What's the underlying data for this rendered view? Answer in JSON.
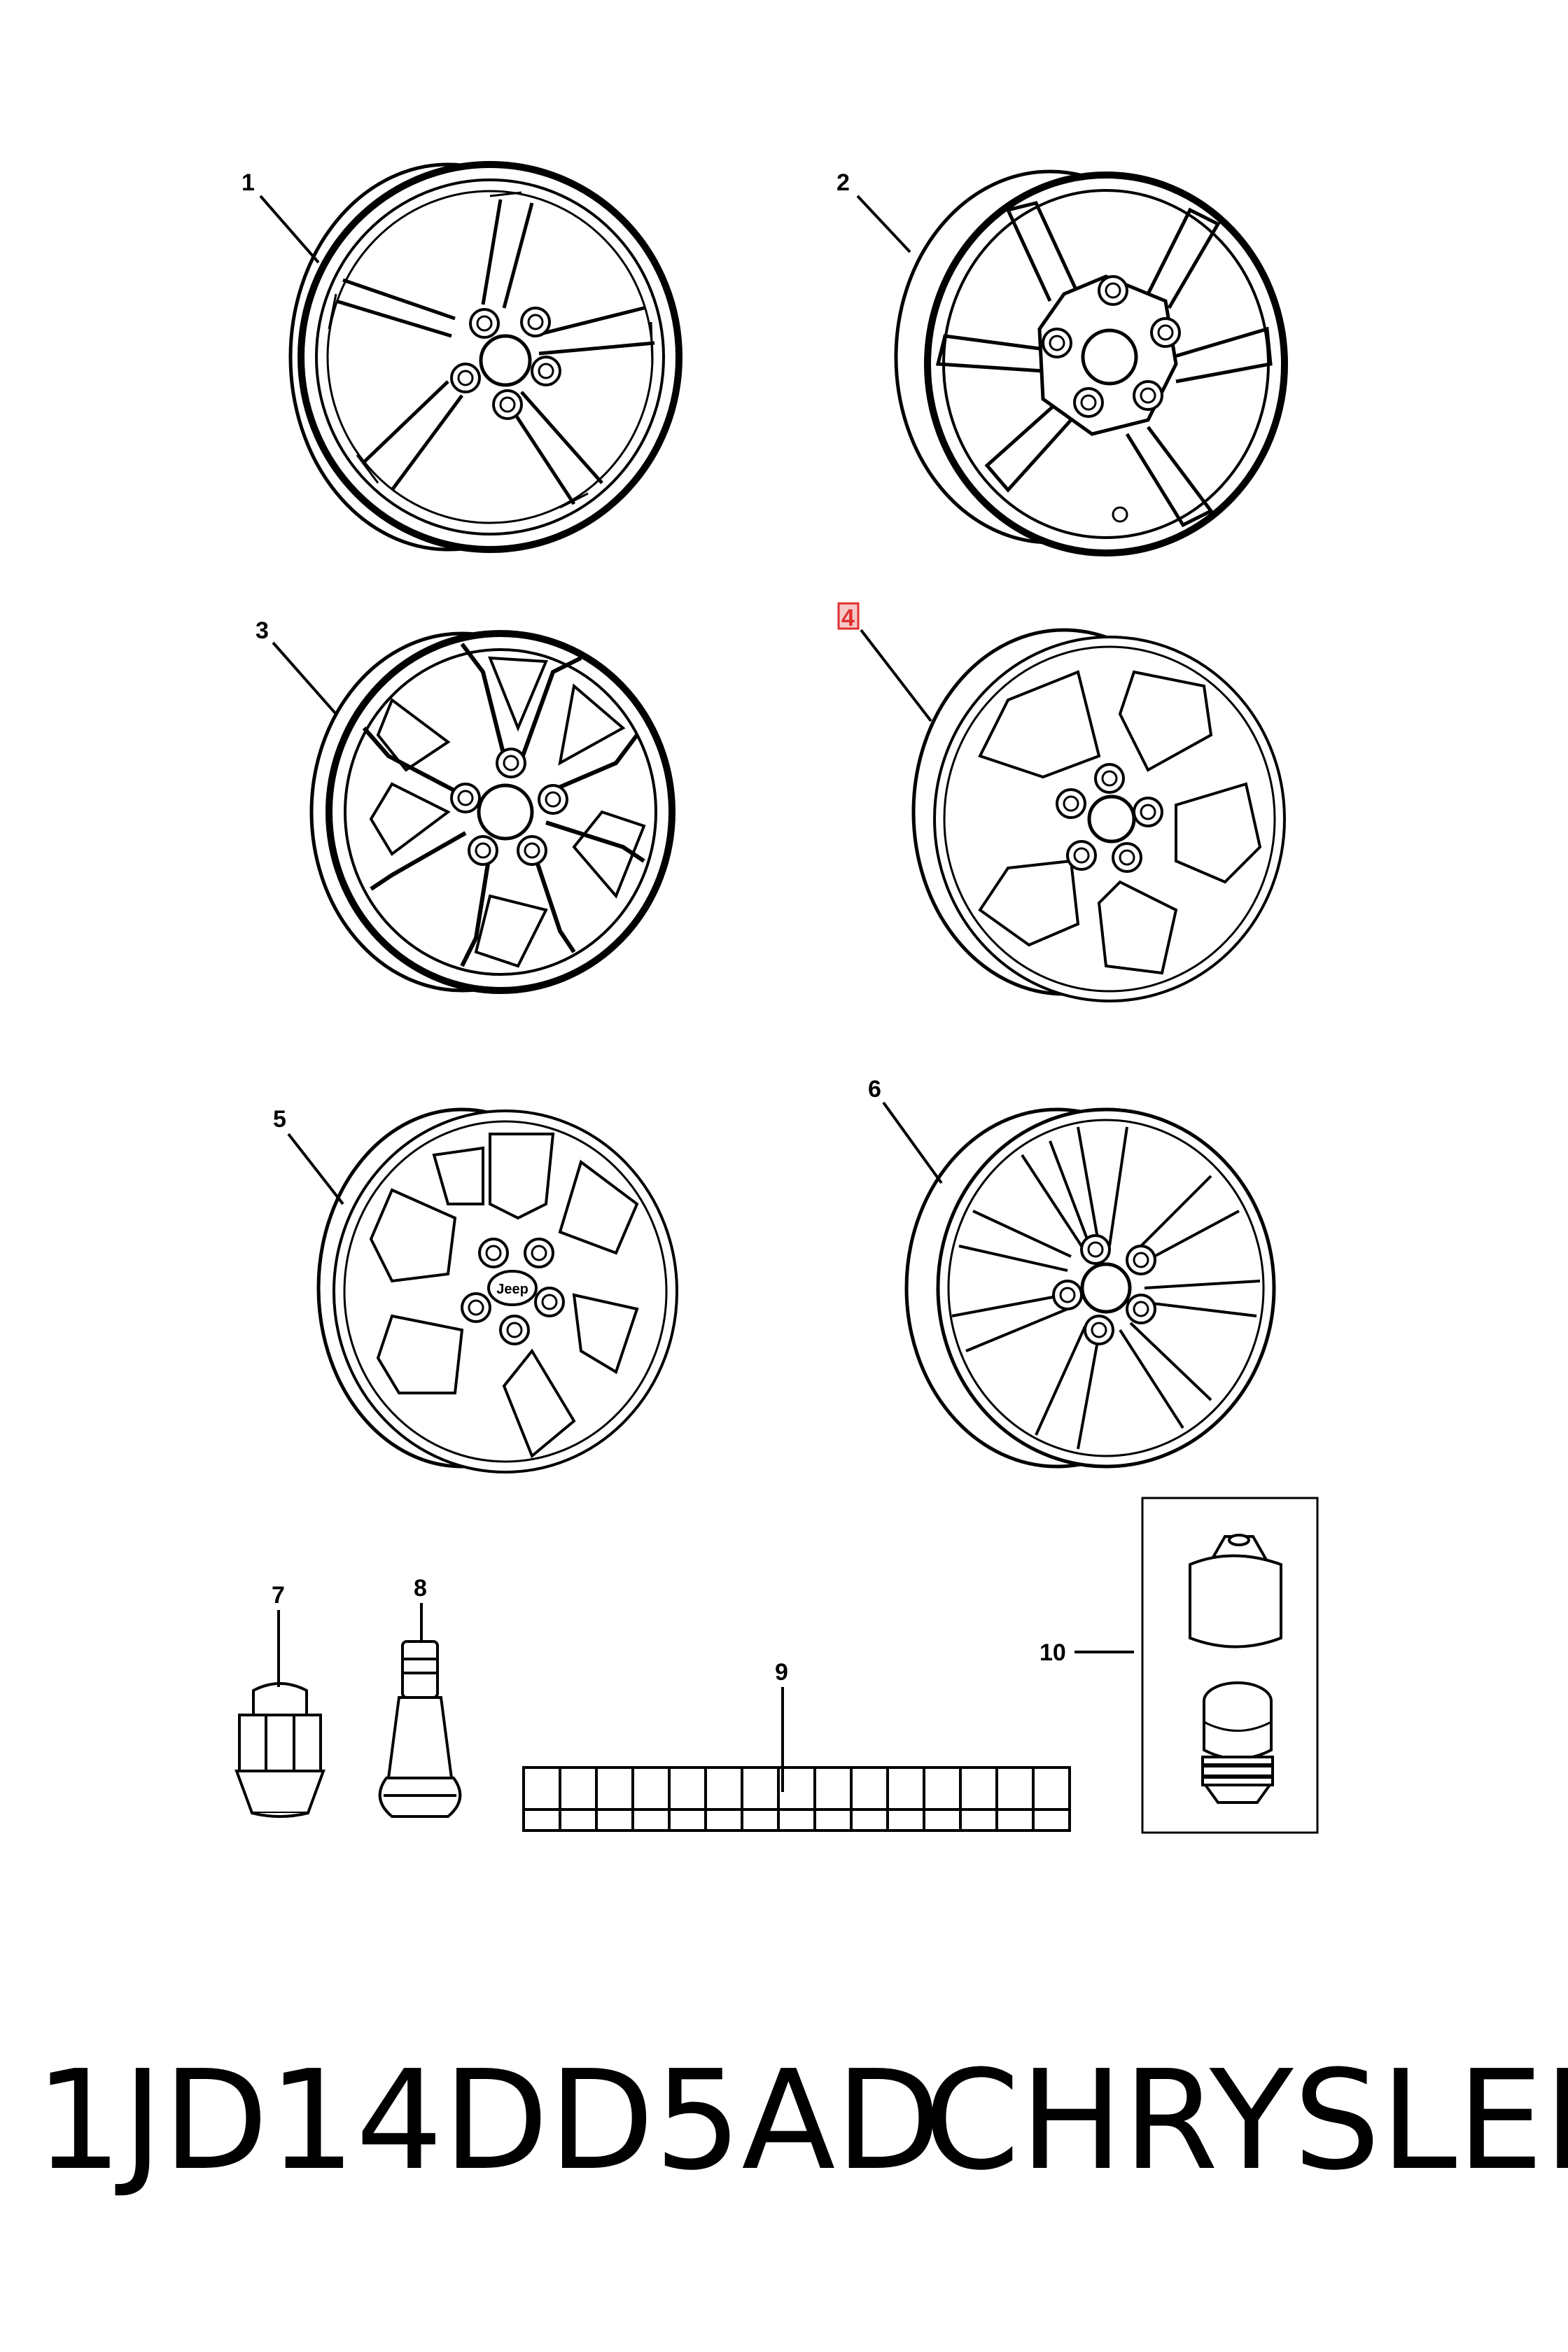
{
  "callouts": {
    "c1": "1",
    "c2": "2",
    "c3": "3",
    "c4": "4",
    "c5": "5",
    "c6": "6",
    "c7": "7",
    "c8": "8",
    "c9": "9",
    "c10": "10"
  },
  "highlighted_callout": "4",
  "highlight_color": "#e03030",
  "wheel_logo_text": "Jeep",
  "part_number": "1JD14DD5AD",
  "brand": "CHRYSLER"
}
